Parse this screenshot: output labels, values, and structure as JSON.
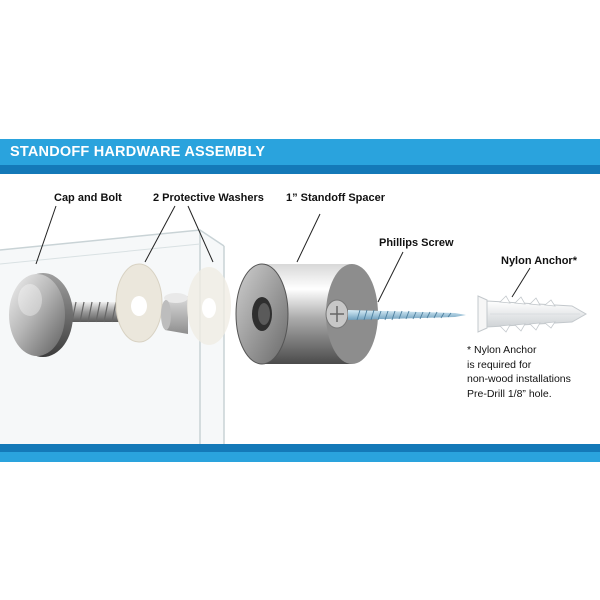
{
  "header": {
    "title": "STANDOFF HARDWARE ASSEMBLY"
  },
  "labels": {
    "cap_and_bolt": "Cap and Bolt",
    "protective_washers": "2 Protective Washers",
    "standoff_spacer": "1” Standoff Spacer",
    "phillips_screw": "Phillips Screw",
    "nylon_anchor": "Nylon Anchor*"
  },
  "note": {
    "lines": [
      "* Nylon Anchor",
      "is required for",
      "non-wood installations",
      "Pre-Drill 1/8” hole."
    ]
  },
  "colors": {
    "band_light": "#2aa3dd",
    "band_dark": "#1479b8"
  }
}
